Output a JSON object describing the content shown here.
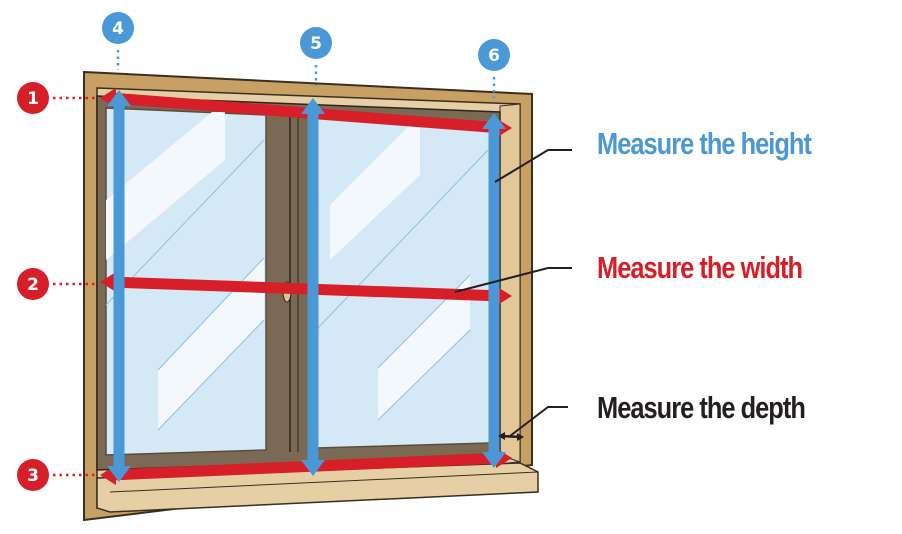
{
  "colors": {
    "height": "#4a98d6",
    "width": "#d71f2a",
    "depth": "#231f20",
    "frame": "#c9a063",
    "frame_light": "#e6cfa4",
    "sash": "#7a6a55",
    "glass": "#d4e8f5",
    "glass_highlight": "#f2f8fc"
  },
  "labels": {
    "height": "Measure the height",
    "width": "Measure the width",
    "depth": "Measure the depth"
  },
  "width_markers": [
    {
      "number": "1",
      "position": "top"
    },
    {
      "number": "2",
      "position": "middle"
    },
    {
      "number": "3",
      "position": "bottom"
    }
  ],
  "height_markers": [
    {
      "number": "4",
      "position": "left"
    },
    {
      "number": "5",
      "position": "center"
    },
    {
      "number": "6",
      "position": "right"
    }
  ]
}
